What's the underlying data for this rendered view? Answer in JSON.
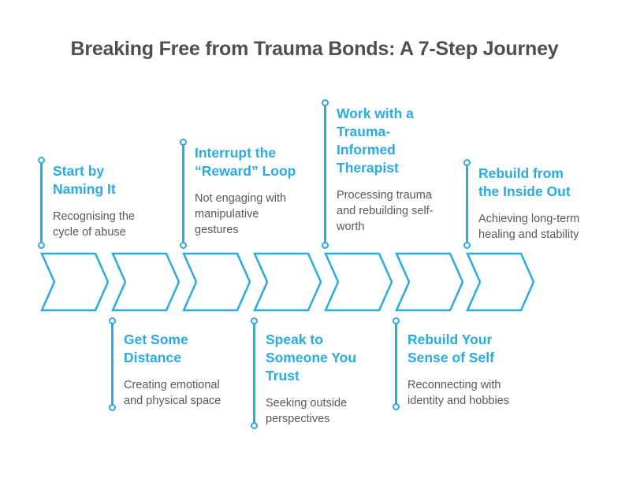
{
  "title": "Breaking Free from Trauma Bonds: A 7-Step Journey",
  "colors": {
    "accent": "#29ABE2",
    "title_text": "#4F4F4F",
    "body_text": "#58595B",
    "background": "#FFFFFF"
  },
  "steps": [
    {
      "n": 1,
      "position": "top",
      "heading": "Start by\nNaming It",
      "description": "Recognising the\ncycle of abuse"
    },
    {
      "n": 2,
      "position": "bottom",
      "heading": "Get Some\nDistance",
      "description": "Creating emotional\nand physical space"
    },
    {
      "n": 3,
      "position": "top",
      "heading": "Interrupt the\n“Reward” Loop",
      "description": "Not engaging with\nmanipulative\ngestures"
    },
    {
      "n": 4,
      "position": "bottom",
      "heading": "Speak to\nSomeone You\nTrust",
      "description": "Seeking outside\nperspectives"
    },
    {
      "n": 5,
      "position": "top",
      "heading": "Work with a\nTrauma-\nInformed\nTherapist",
      "description": "Processing trauma\nand rebuilding self-\nworth"
    },
    {
      "n": 6,
      "position": "bottom",
      "heading": "Rebuild Your\nSense of Self",
      "description": "Reconnecting with\nidentity and hobbies"
    },
    {
      "n": 7,
      "position": "top",
      "heading": "Rebuild from\nthe Inside Out",
      "description": "Achieving long-term\nhealing and stability"
    }
  ]
}
